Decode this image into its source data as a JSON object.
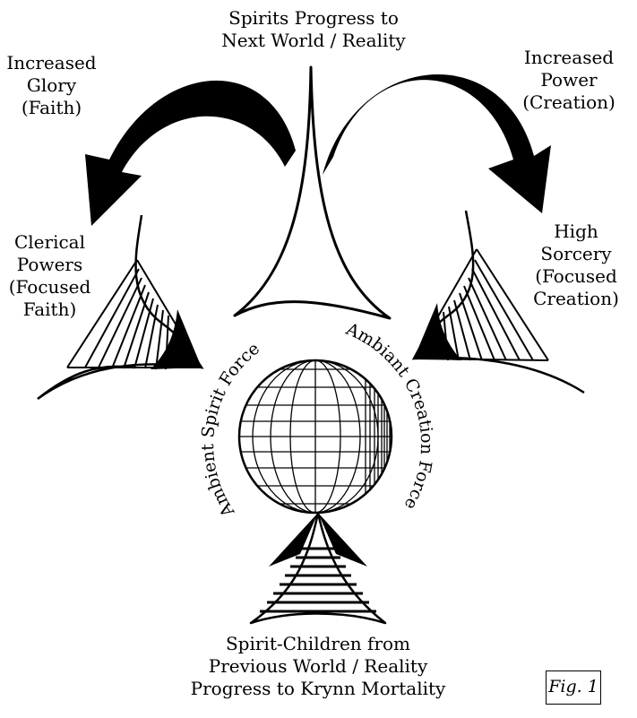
{
  "labels": {
    "top": [
      "Spirits Progress",
      "to",
      "Next World / Reality"
    ],
    "increased_glory": [
      "Increased",
      "Glory",
      "(Faith)"
    ],
    "increased_power": [
      "Increased",
      "Power",
      "(Creation)"
    ],
    "clerical": [
      "Clerical",
      "Powers",
      "(Focused",
      "Faith)"
    ],
    "high_sorcery": [
      "High",
      "Sorcery",
      "(Focused",
      "Creation)"
    ],
    "ambient_spirit": "Ambient Spirit Force",
    "ambient_creation": "Ambiant Creation Force",
    "bottom": [
      "Spirit-Children from",
      "Previous World / Reality",
      "Progress to Krynn Mortality"
    ],
    "figure": "Fig. 1"
  },
  "colors": {
    "ink": "#000000",
    "paper": "#ffffff"
  }
}
